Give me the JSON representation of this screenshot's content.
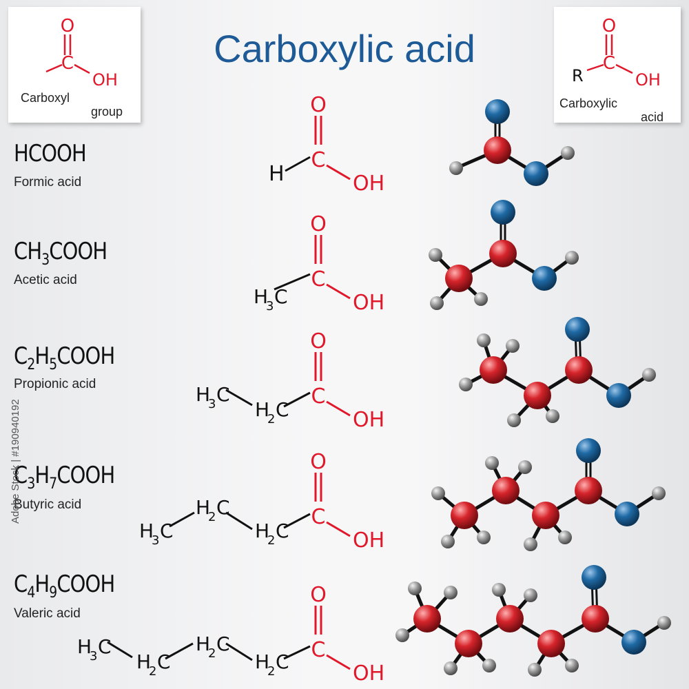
{
  "title": "Carboxylic acid",
  "left_card": {
    "o_label": "O",
    "c_label": "C",
    "oh_label": "OH",
    "label_line1": "Carboxyl",
    "label_line2": "group"
  },
  "right_card": {
    "r_label": "R",
    "o_label": "O",
    "c_label": "C",
    "oh_label": "OH",
    "label_line1": "Carboxylic",
    "label_line2": "acid"
  },
  "acids": [
    {
      "formula_parts": [
        "HCOOH"
      ],
      "name": "Formic acid"
    },
    {
      "formula_parts": [
        "CH",
        "3",
        "COOH"
      ],
      "name": "Acetic acid"
    },
    {
      "formula_parts": [
        "C",
        "2",
        "H",
        "5",
        "COOH"
      ],
      "name": "Propionic acid"
    },
    {
      "formula_parts": [
        "C",
        "3",
        "H",
        "7",
        "COOH"
      ],
      "name": "Butyric acid"
    },
    {
      "formula_parts": [
        "C",
        "4",
        "H",
        "9",
        "COOH"
      ],
      "name": "Valeric acid"
    }
  ],
  "labels": {
    "h": "H",
    "o": "O",
    "c": "C",
    "oh": "OH",
    "h3": "H",
    "h3_sub": "3",
    "h2": "H",
    "h2_sub": "2",
    "c_after": "C"
  },
  "atom_colors": {
    "oxygen": "#1f6aa5",
    "carbon": "#d6242b",
    "hydrogen": "#8a8a8a",
    "carboxyl_text": "#e0182a"
  },
  "watermark": "Adobe Stock | #190940192"
}
